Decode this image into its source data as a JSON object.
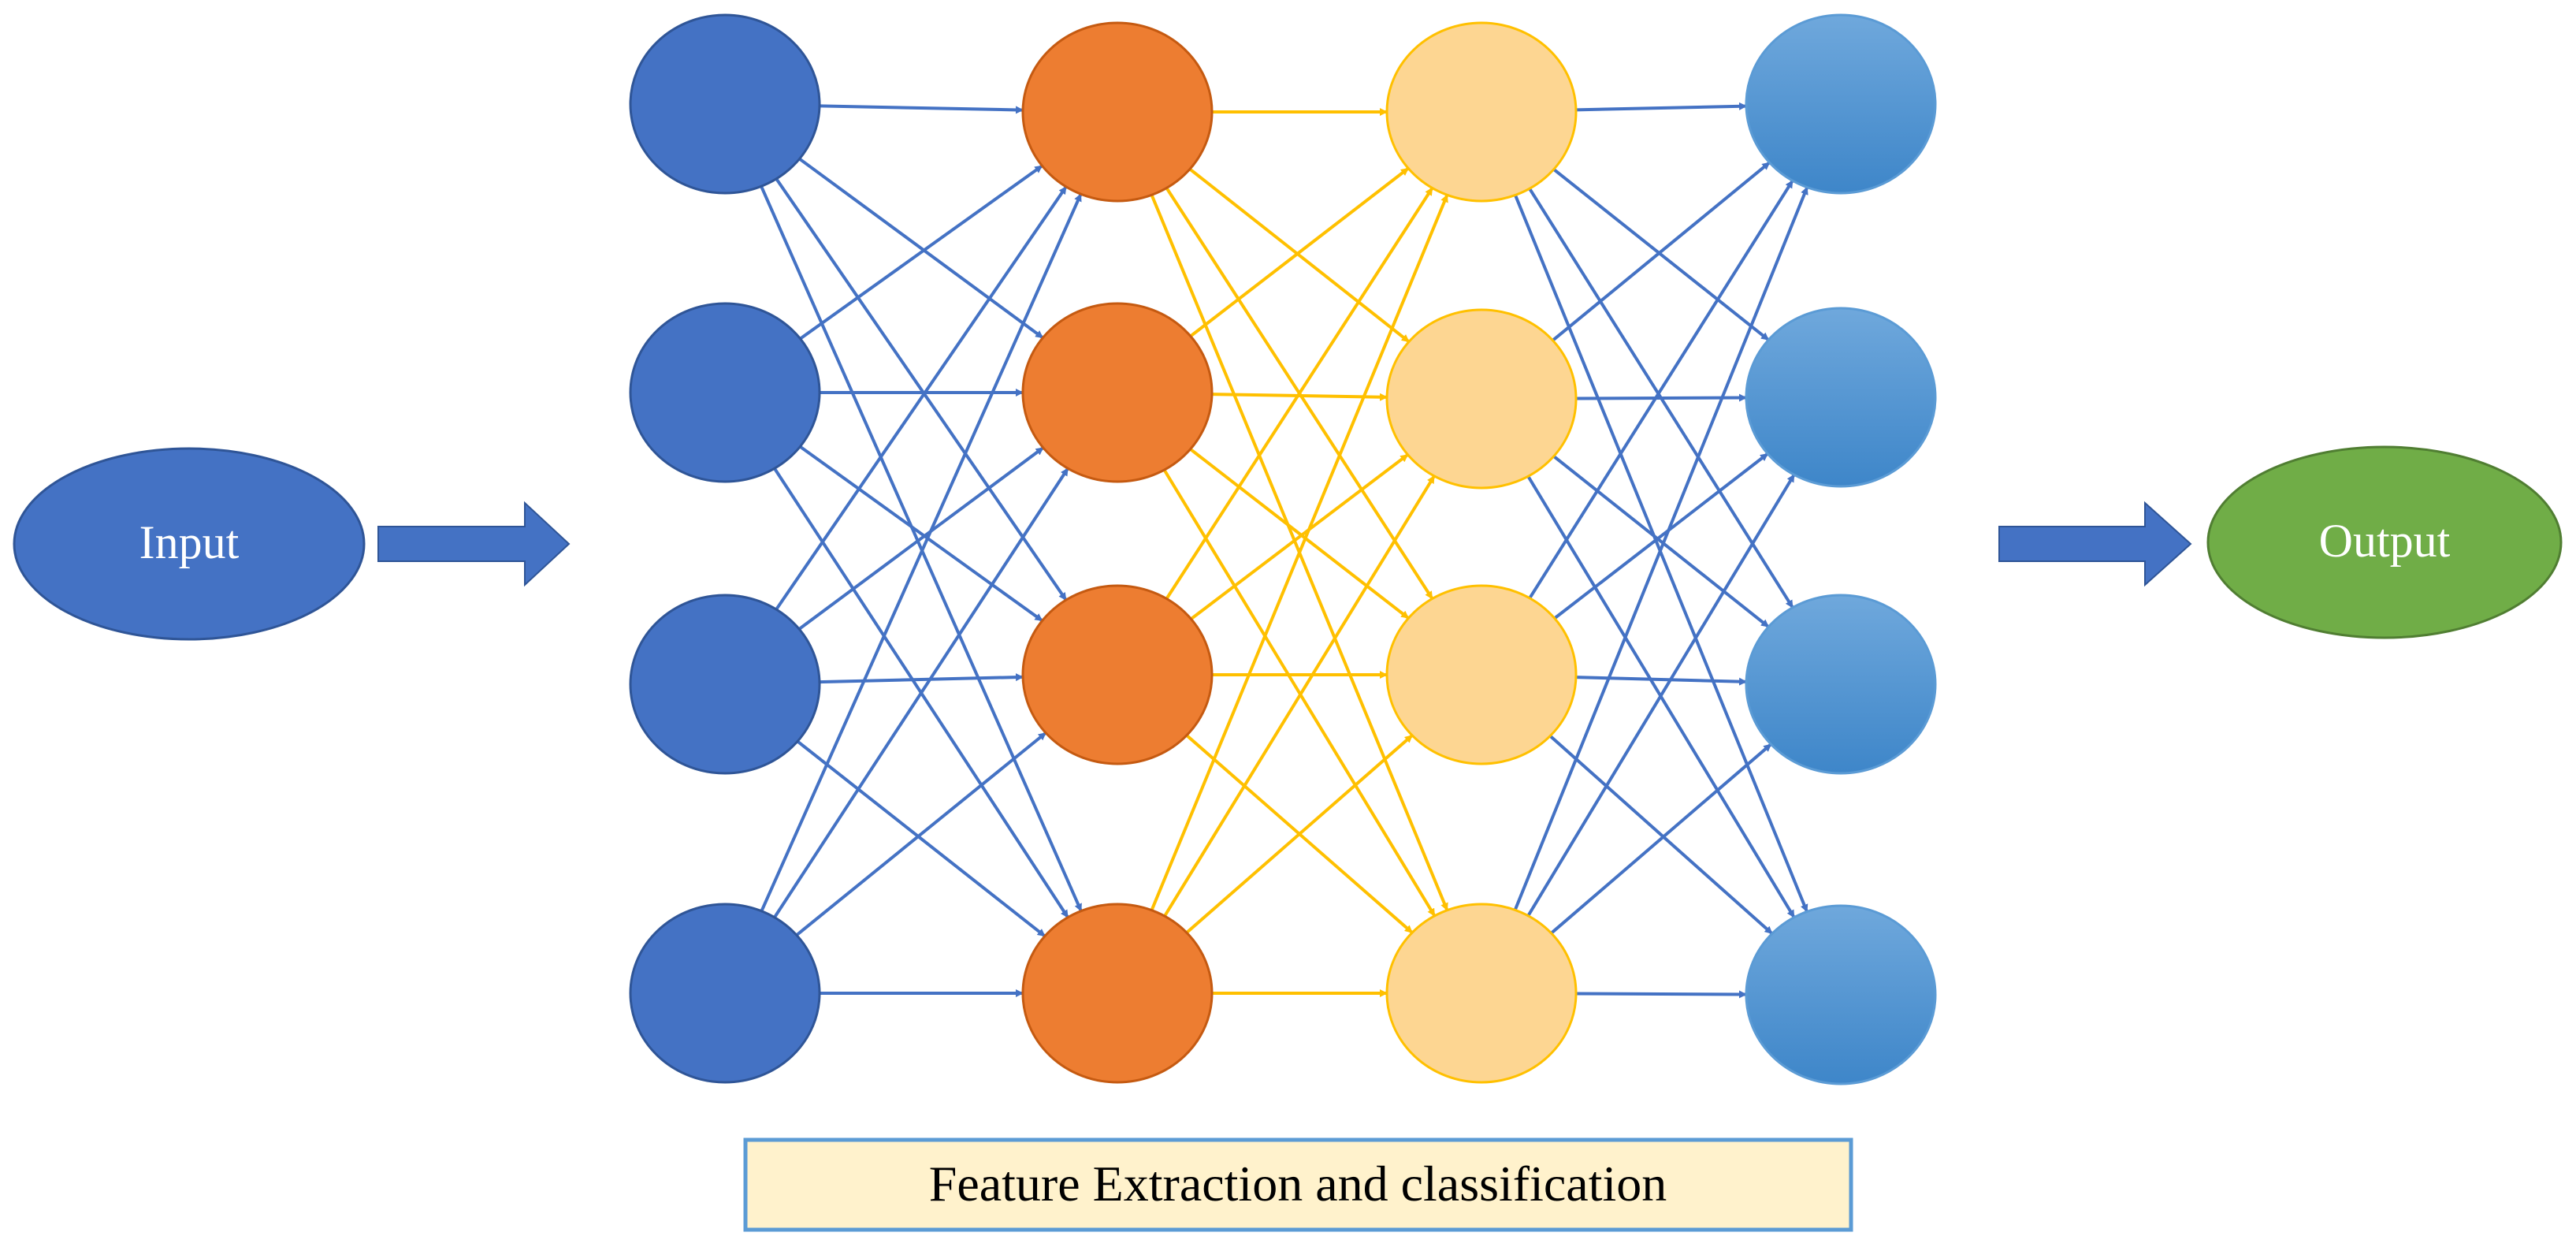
{
  "input_label": "Input",
  "output_label": "Output",
  "caption": "Feature Extraction and classification",
  "layers": [
    {
      "role": "input-layer",
      "node_count": 4,
      "fill": "#4472C4",
      "stroke": "#2F5597"
    },
    {
      "role": "hidden-layer-1",
      "node_count": 4,
      "fill": "#ED7D31",
      "stroke": "#C55A11"
    },
    {
      "role": "hidden-layer-2",
      "node_count": 4,
      "fill": "#FDD692",
      "stroke": "#FFC000"
    },
    {
      "role": "output-layer",
      "node_count": 4,
      "fill": "#5B9BD5",
      "stroke": "#5B9BD5"
    }
  ],
  "colors": {
    "input_ellipse": "#4472C4",
    "output_ellipse": "#70AD47",
    "blue_edge": "#4472C4",
    "yellow_edge": "#FFC000",
    "big_arrow": "#4472C4",
    "caption_fill": "#FFF2CC",
    "caption_border": "#5B9BD5"
  }
}
